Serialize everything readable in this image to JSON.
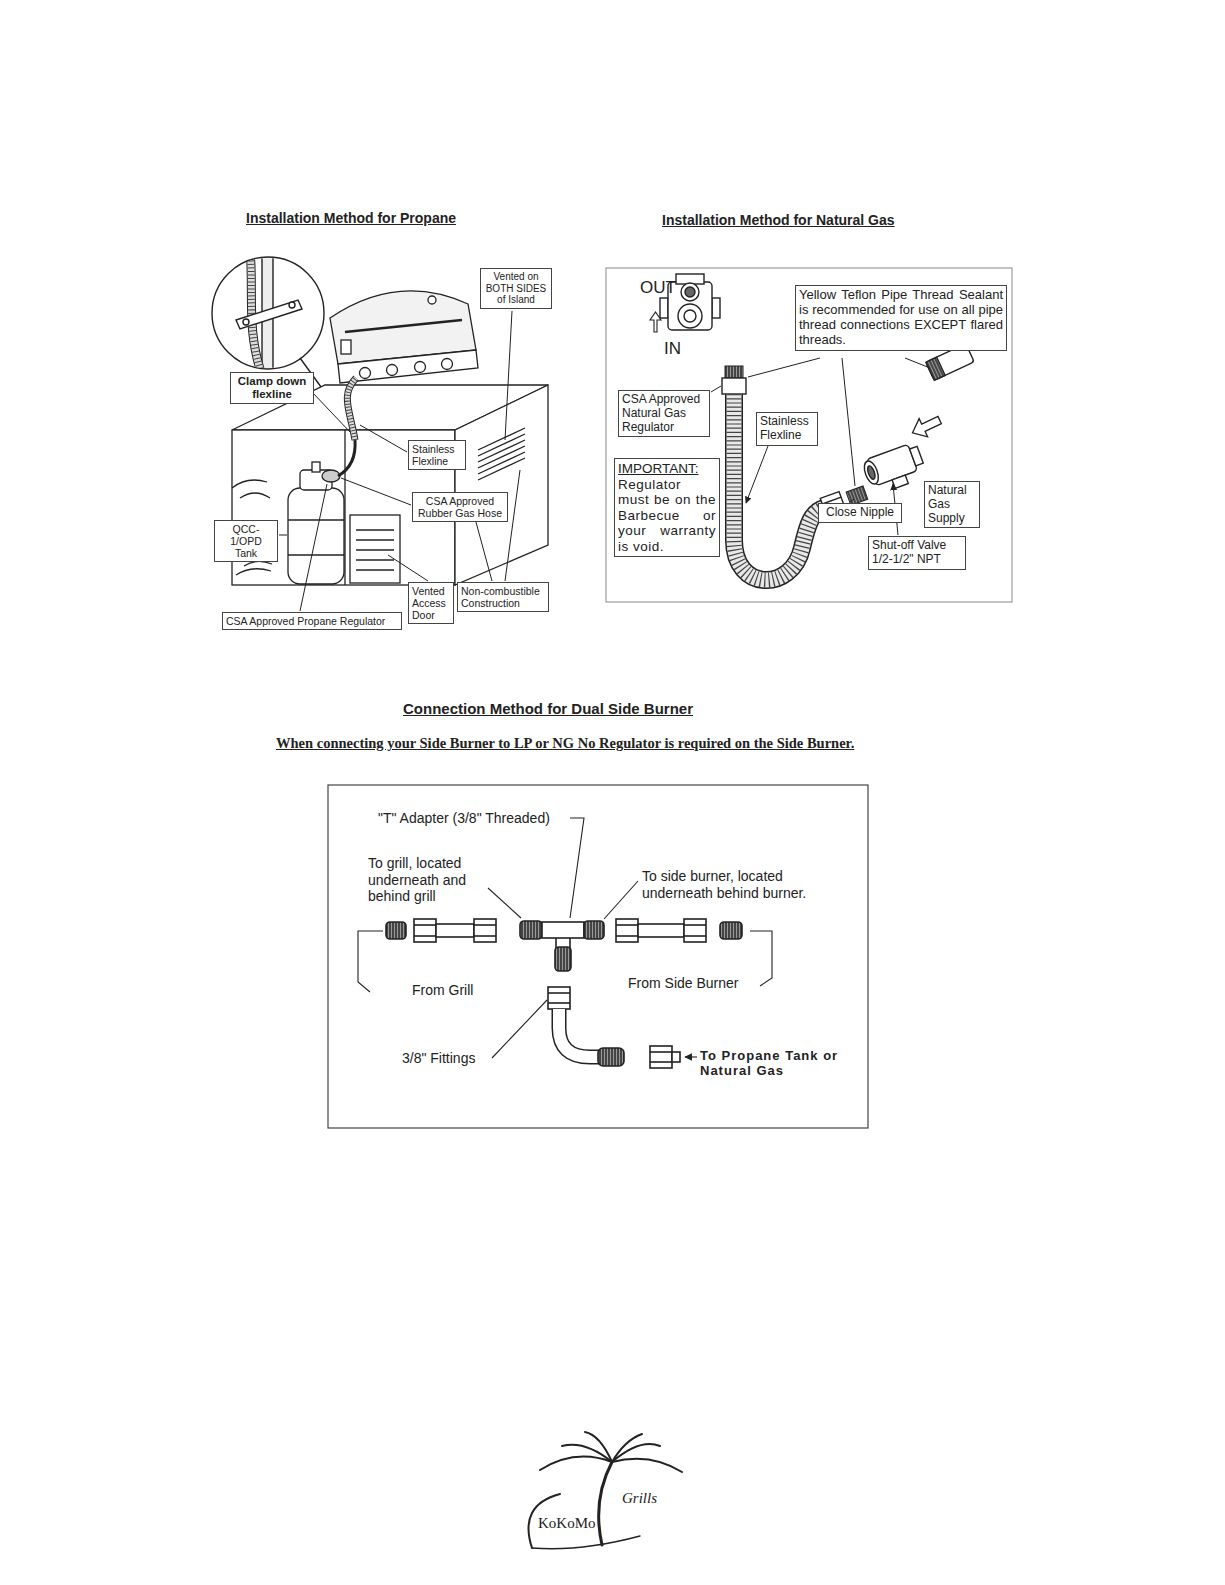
{
  "diagram": {
    "nodes": [
      {
        "text": [
          "Vented on BOTH SIDES of Island"
        ]
      },
      {
        "text": [
          "Clamp down flexline"
        ]
      },
      {
        "text": [
          "Stainless Flexline"
        ]
      },
      {
        "text": [
          "CSA Approved Rubber Gas Hose"
        ]
      },
      {
        "text": [
          "QCC-1/OPD Tank"
        ]
      },
      {
        "text": [
          "Vented Access Door"
        ]
      },
      {
        "text": [
          "Non-combustible Construction"
        ]
      },
      {
        "text": [
          "CSA Approved Propane Regulator"
        ]
      },
      {
        "text": [
          "Yellow Teflon Pipe Thread Sealant is recommended for use on all pipe thread connections EXCEPT flared threads."
        ]
      },
      {
        "text": [
          "CSA Approved Natural Gas Regulator"
        ]
      },
      {
        "text": [
          "Stainless Flexline"
        ]
      },
      {
        "text": [
          "IMPORTANT:",
          "Regulator must be on the Barbecue or your warranty is void."
        ]
      },
      {
        "text": [
          "Close Nipple"
        ]
      },
      {
        "text": [
          "Natural Gas Supply"
        ]
      },
      {
        "text": [
          "Shut-off Valve 1/2-1/2\" NPT"
        ]
      }
    ],
    "labels": [
      "Installation Method for Propane",
      "Installation Method for Natural Gas",
      "OUT",
      "IN",
      "Connection Method for Dual Side Burner",
      "When connecting your Side Burner to LP or NG No Regulator is required on the Side Burner.",
      "\"T\" Adapter (3/8\" Threaded)",
      "To grill, located underneath and behind grill",
      "To side burner, located underneath behind burner.",
      "From Grill",
      "From Side Burner",
      "3/8\" Fittings",
      "To Propane Tank or Natural Gas",
      "KoKoMo",
      "Grills"
    ]
  }
}
